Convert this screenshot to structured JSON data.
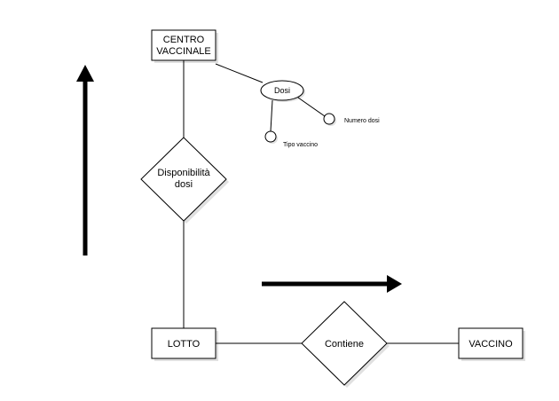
{
  "entities": {
    "centro_line1": "CENTRO",
    "centro_line2": "VACCINALE",
    "lotto": "LOTTO",
    "vaccino": "VACCINO"
  },
  "relationships": {
    "disponibilita_line1": "Disponibilità",
    "disponibilita_line2": "dosi",
    "contiene": "Contiene"
  },
  "attributes": {
    "dosi": "Dosi",
    "numero_dosi": "Numero dosi",
    "tipo_vaccino": "Tipo vaccino"
  }
}
